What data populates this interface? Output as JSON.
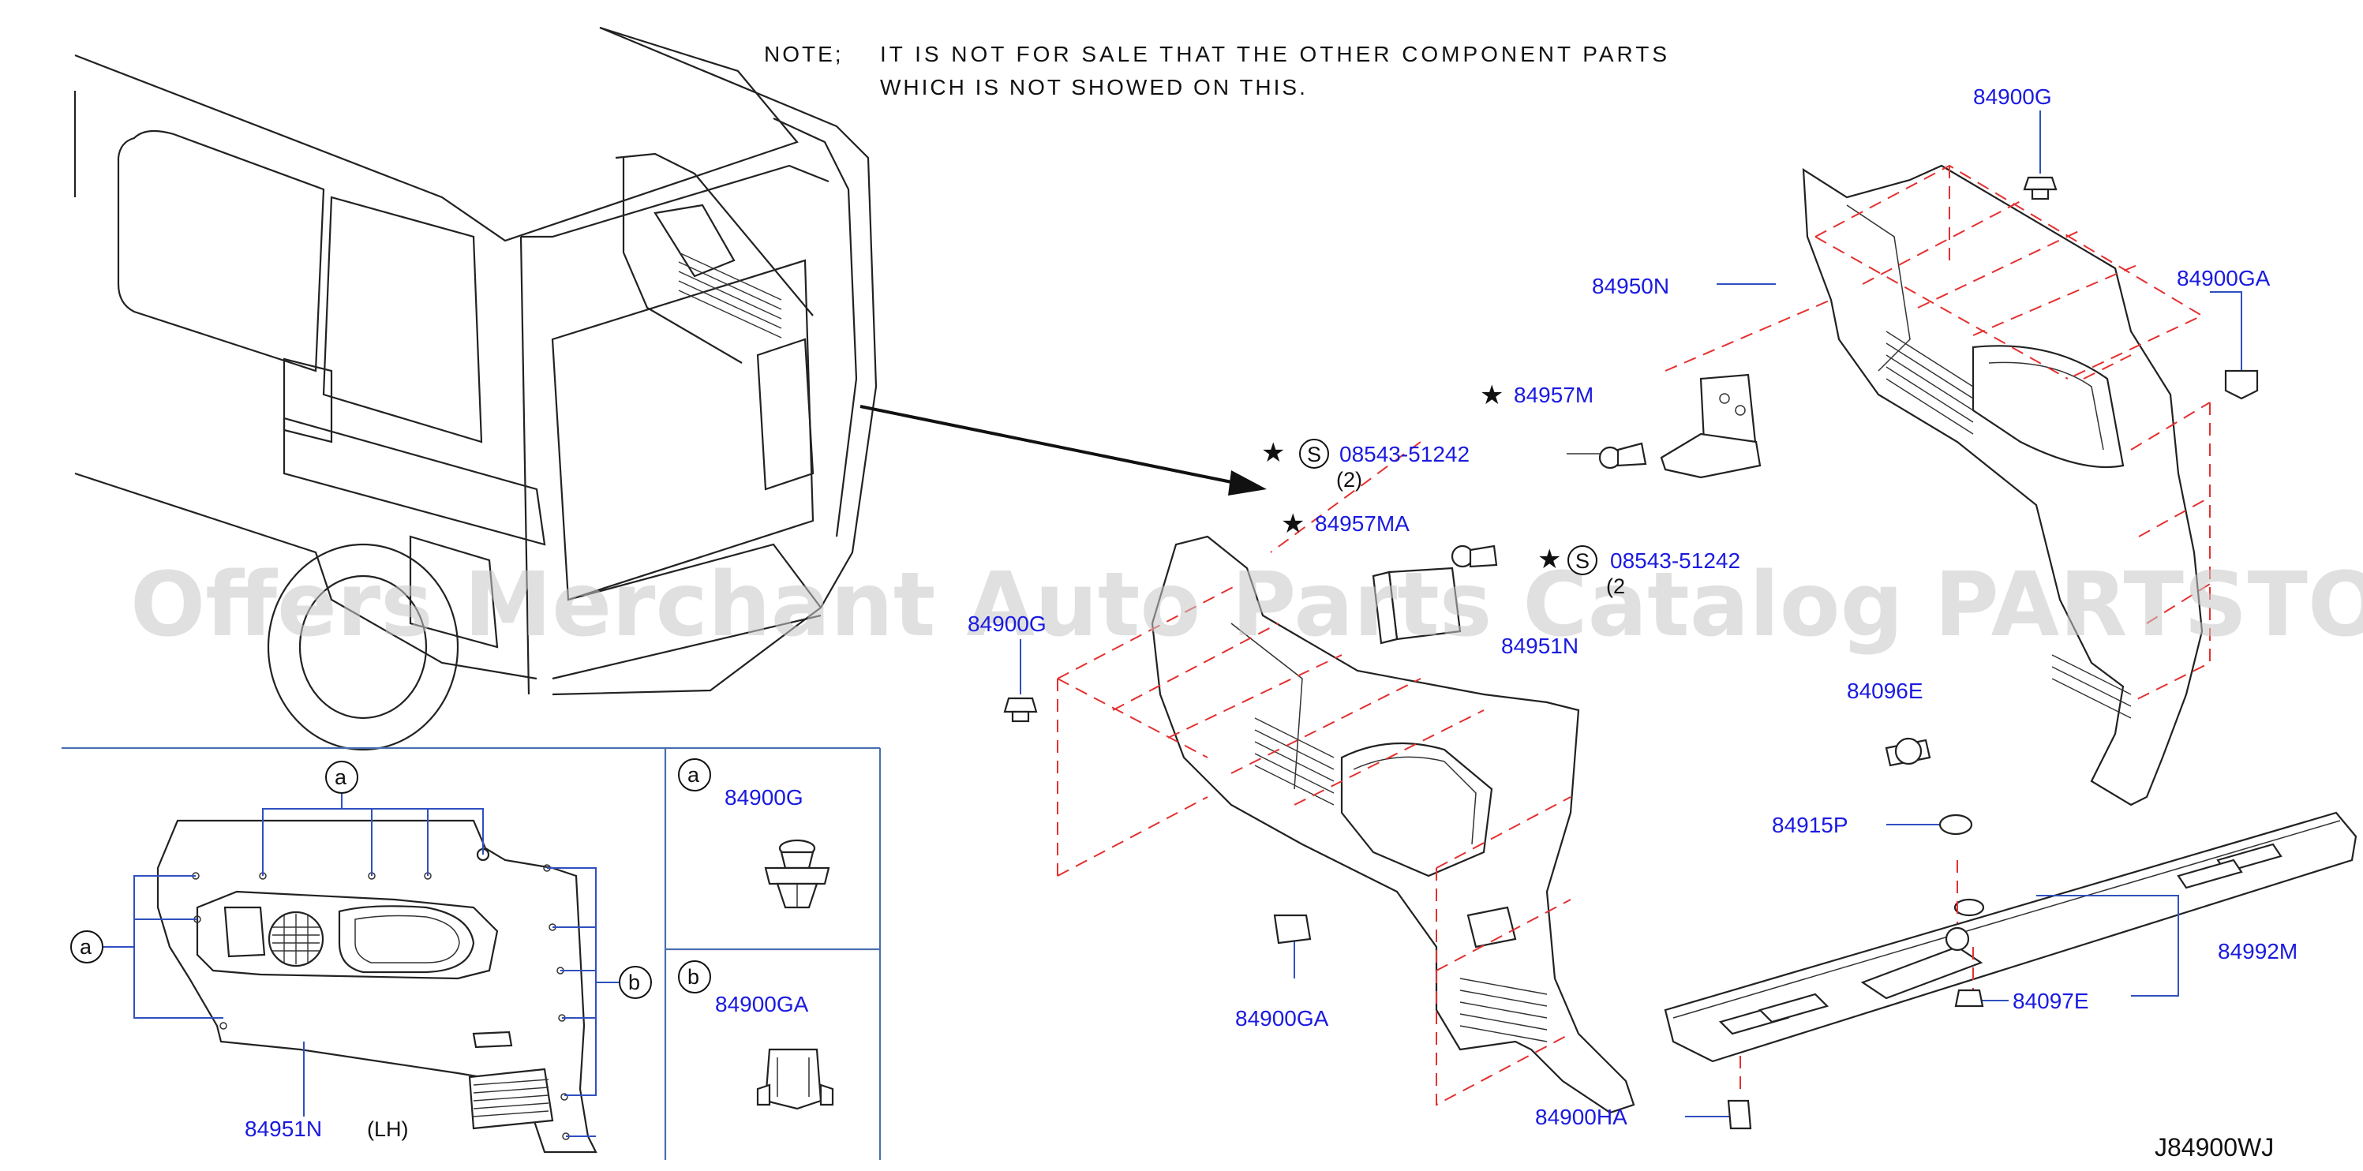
{
  "note": {
    "prefix": "NOTE;",
    "line1": "IT IS NOT FOR SALE THAT THE OTHER COMPONENT PARTS",
    "line2": "WHICH IS NOT SHOWED ON THIS."
  },
  "watermark": "Offers Merchant Auto Parts Catalog PARTSTORE.SA",
  "diagram_code": "J84900WJ",
  "labels": {
    "p84900G_top": "84900G",
    "p84950N": "84950N",
    "p84900GA_right": "84900GA",
    "p84957M": "84957M",
    "p08543_a": "08543-51242",
    "qty_a": "(2)",
    "p84957MA": "84957MA",
    "p08543_b": "08543-51242",
    "qty_b": "(2",
    "p84900G_left_partial": "84900G",
    "p84951N_partial": "84951N",
    "p84096E": "84096E",
    "p84915P": "84915P",
    "p84992M": "84992M",
    "p84097E": "84097E",
    "p84900GA_bottom": "84900GA",
    "p84900HA": "84900HA",
    "p84951N_inset": "84951N",
    "lh": "(LH)",
    "inset_84900G": "84900G",
    "inset_84900GA": "84900GA"
  },
  "markers": {
    "star": "★",
    "s": "S",
    "a": "a",
    "b": "b"
  },
  "colors": {
    "label_blue": "#1a1ae0",
    "dashed_red": "#e53030",
    "frame_blue": "#4a6fb0"
  }
}
